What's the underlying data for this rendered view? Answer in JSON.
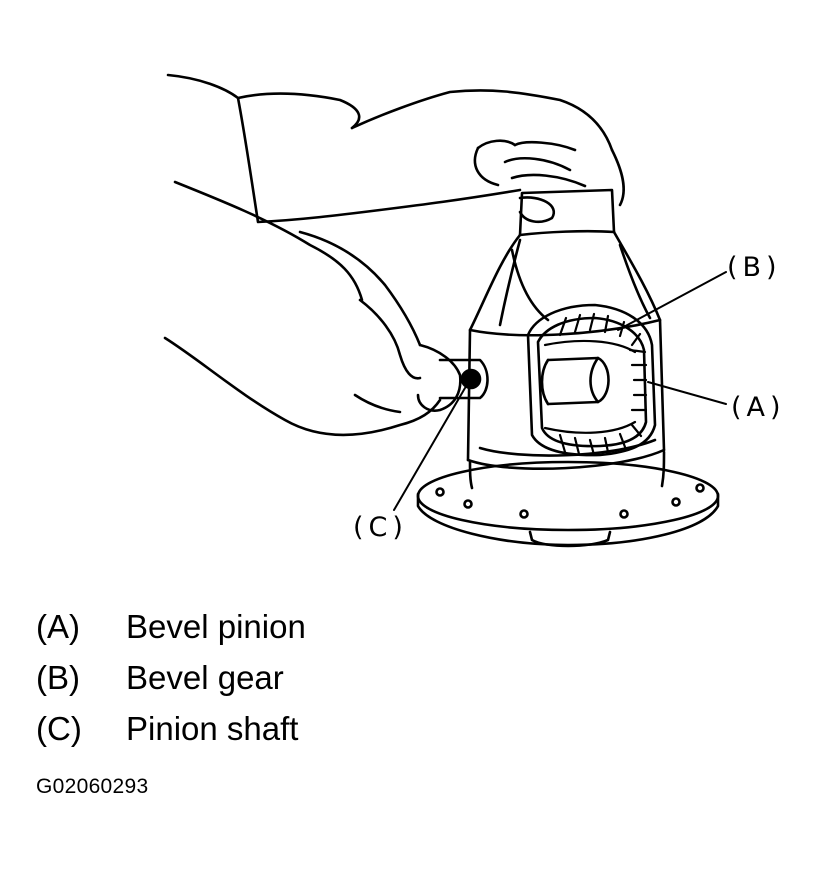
{
  "callouts": {
    "a": "(A)",
    "b": "(B)",
    "c": "(C)"
  },
  "legend": [
    {
      "key": "(A)",
      "text": "Bevel pinion"
    },
    {
      "key": "(B)",
      "text": "Bevel gear"
    },
    {
      "key": "(C)",
      "text": "Pinion shaft"
    }
  ],
  "figure_id": "G02060293",
  "colors": {
    "ink": "#000000",
    "paper": "#ffffff"
  }
}
